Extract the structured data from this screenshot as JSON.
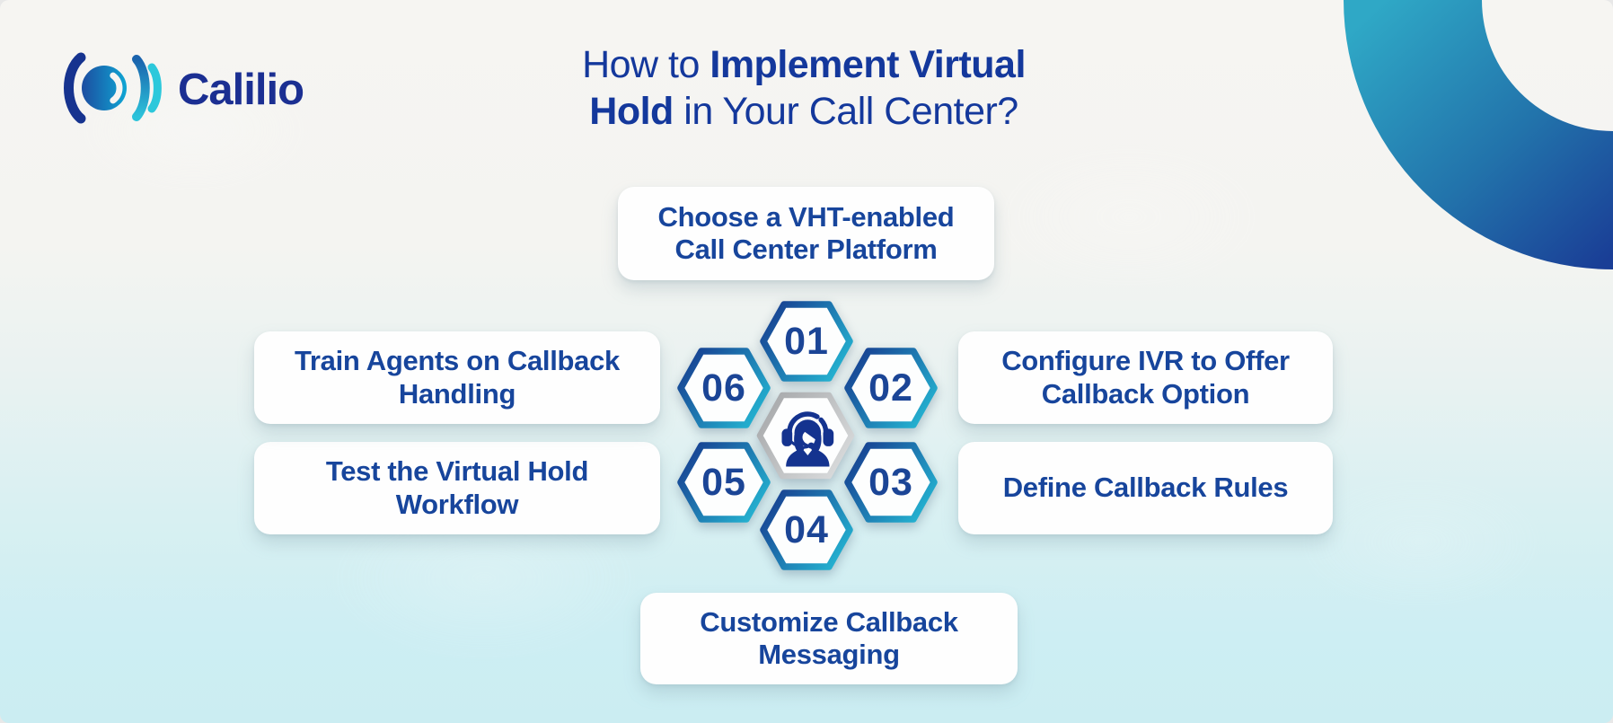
{
  "brand": {
    "name": "Calilio",
    "logo_icon": "calilio-soundwave-icon"
  },
  "title": {
    "line1_normal": "How to ",
    "line1_bold": "Implement Virtual",
    "line2_bold": "Hold",
    "line2_normal": " in Your Call Center?"
  },
  "steps": [
    {
      "number": "01",
      "label": "Choose a VHT-enabled\nCall Center Platform"
    },
    {
      "number": "02",
      "label": "Configure IVR to Offer\nCallback Option"
    },
    {
      "number": "03",
      "label": "Define Callback Rules"
    },
    {
      "number": "04",
      "label": "Customize Callback\nMessaging"
    },
    {
      "number": "05",
      "label": "Test the Virtual Hold\nWorkflow"
    },
    {
      "number": "06",
      "label": "Train Agents on Callback\nHandling"
    }
  ],
  "center_icon": "call-agent-headset-icon",
  "decorations": {
    "corner_ribbon": "top-right-arc-ribbon"
  },
  "colors": {
    "navy": "#16398f",
    "teal": "#27b6d4",
    "title_text": "#14389c",
    "label_text": "#17459c",
    "number_text": "#1b4596",
    "background_top": "#f6f5f2",
    "background_bottom": "#cbedf2",
    "box_background": "#fefefe",
    "center_hex_border": "#b5b5b5",
    "ribbon_teal": "#2fa8c6",
    "ribbon_navy": "#1a3e96"
  }
}
